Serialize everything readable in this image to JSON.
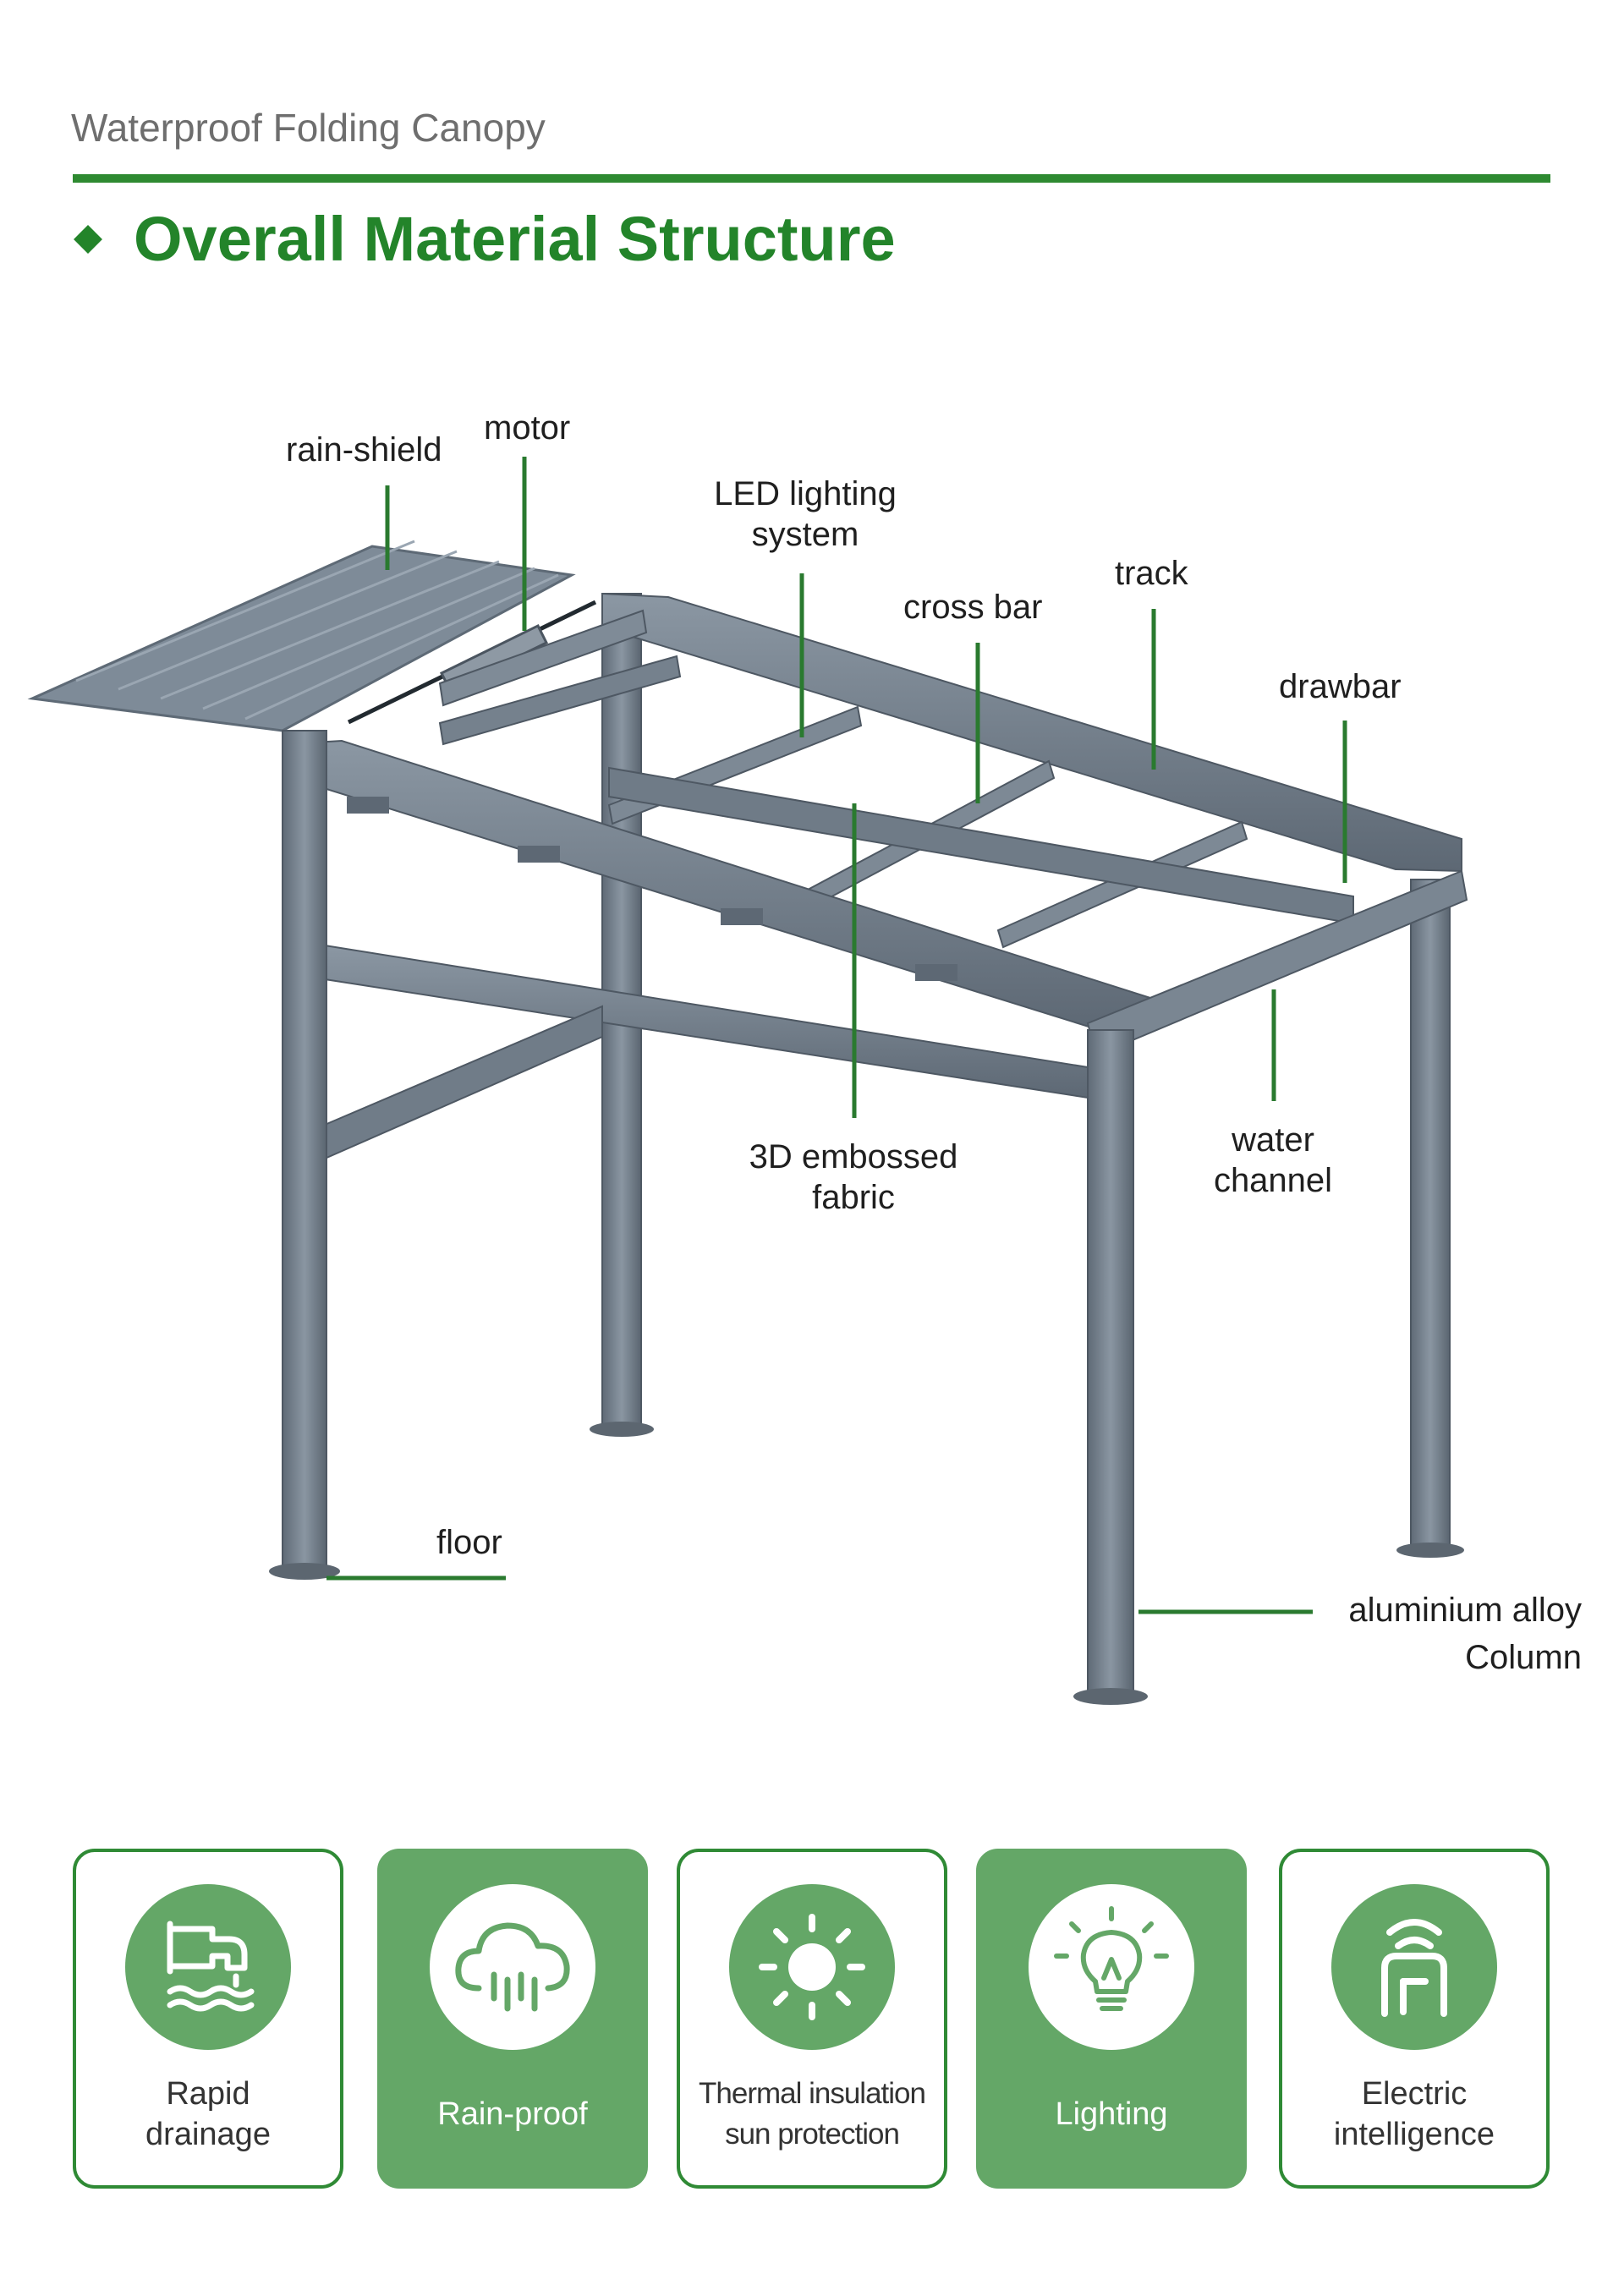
{
  "header": {
    "subtitle": "Waterproof Folding Canopy",
    "title": "Overall Material Structure"
  },
  "diagram_labels": {
    "rain_shield": "rain-shield",
    "motor": "motor",
    "led_line1": "LED lighting",
    "led_line2": "system",
    "cross_bar": "cross bar",
    "track": "track",
    "drawbar": "drawbar",
    "fabric_line1": "3D embossed",
    "fabric_line2": "fabric",
    "water_line1": "water",
    "water_line2": "channel",
    "floor": "floor",
    "column_line1": "aluminium alloy",
    "column_line2": "Column"
  },
  "features": [
    {
      "line1": "Rapid",
      "line2": "drainage",
      "icon": "drainage-pipe-icon",
      "style": "outline"
    },
    {
      "line1": "Rain-proof",
      "line2": "",
      "icon": "rain-cloud-icon",
      "style": "filled"
    },
    {
      "line1": "Thermal insulation",
      "line2": "sun protection",
      "icon": "sun-icon",
      "style": "outline"
    },
    {
      "line1": "Lighting",
      "line2": "",
      "icon": "light-bulb-icon",
      "style": "filled"
    },
    {
      "line1": "Electric",
      "line2": "intelligence",
      "icon": "smart-signal-icon",
      "style": "outline"
    }
  ],
  "colors": {
    "brand_green": "#23842a",
    "light_green": "#64a767",
    "frame_gray": "#77838f"
  }
}
